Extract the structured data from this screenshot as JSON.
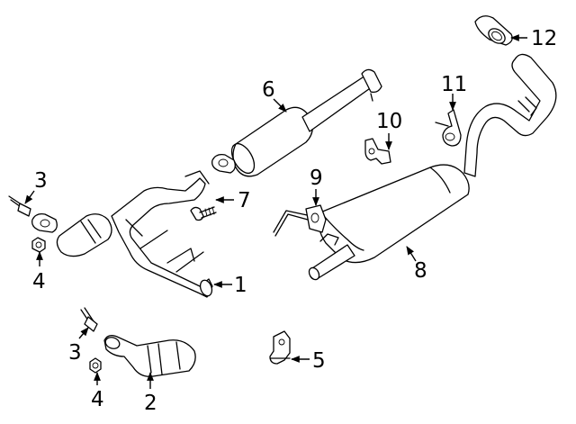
{
  "callouts": [
    {
      "id": "1",
      "label": "1"
    },
    {
      "id": "2",
      "label": "2"
    },
    {
      "id": "3a",
      "label": "3"
    },
    {
      "id": "3b",
      "label": "3"
    },
    {
      "id": "4a",
      "label": "4"
    },
    {
      "id": "4b",
      "label": "4"
    },
    {
      "id": "5",
      "label": "5"
    },
    {
      "id": "6",
      "label": "6"
    },
    {
      "id": "7",
      "label": "7"
    },
    {
      "id": "8",
      "label": "8"
    },
    {
      "id": "9",
      "label": "9"
    },
    {
      "id": "10",
      "label": "10"
    },
    {
      "id": "11",
      "label": "11"
    },
    {
      "id": "12",
      "label": "12"
    }
  ]
}
